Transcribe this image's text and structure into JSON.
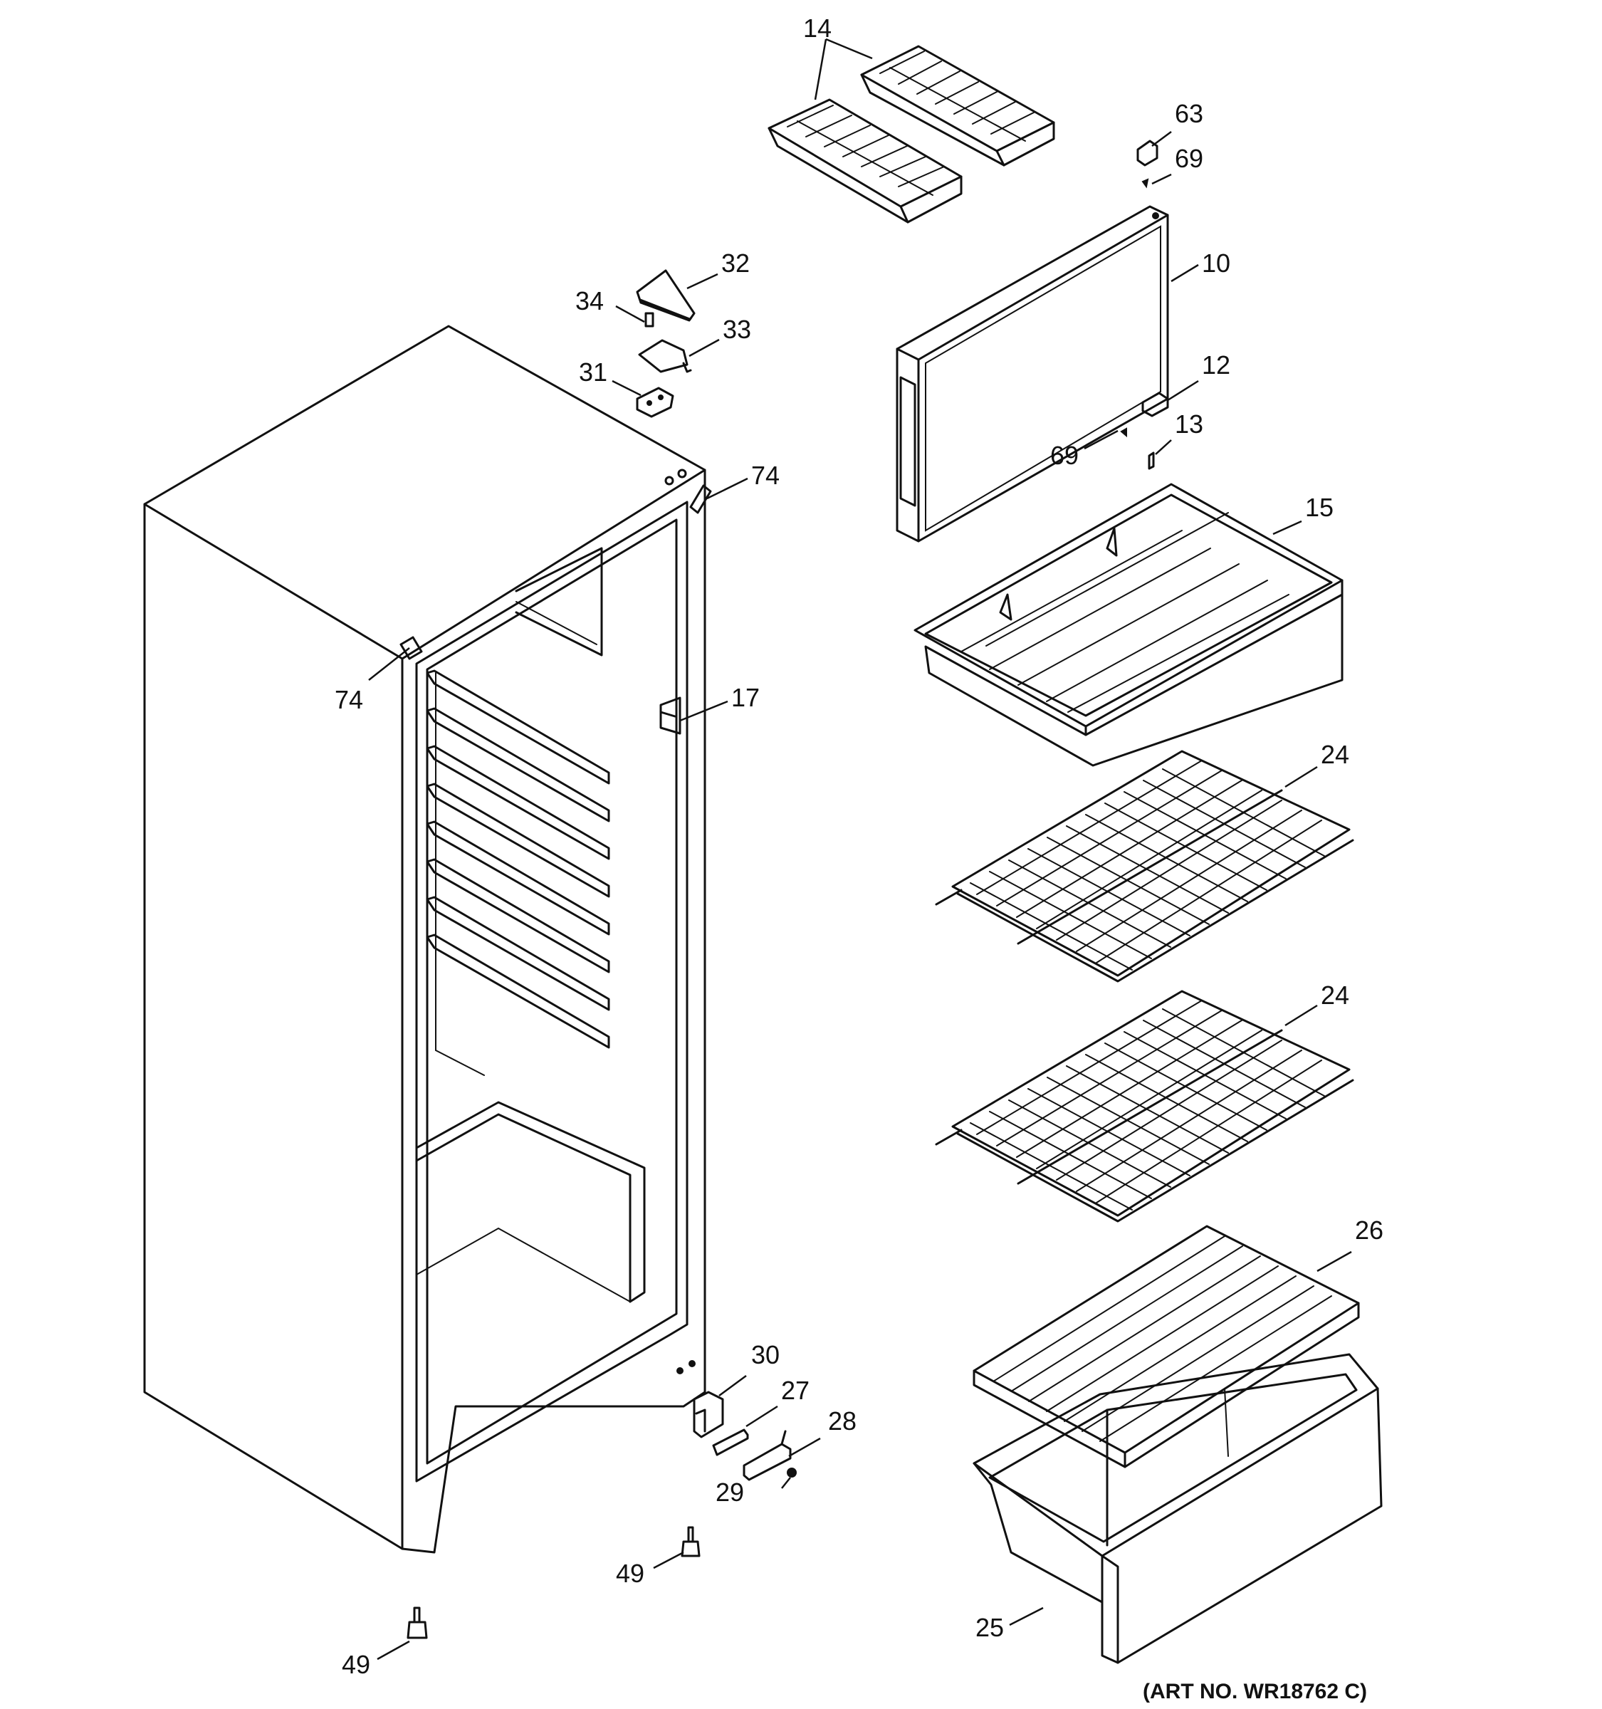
{
  "callouts": {
    "p14": "14",
    "p63": "63",
    "p69_top": "69",
    "p10": "10",
    "p32": "32",
    "p34": "34",
    "p33": "33",
    "p31": "31",
    "p12": "12",
    "p13": "13",
    "p69_mid": "69",
    "p74_right": "74",
    "p15": "15",
    "p74_left": "74",
    "p17": "17",
    "p24_upper": "24",
    "p24_lower": "24",
    "p26": "26",
    "p30": "30",
    "p27": "27",
    "p28": "28",
    "p29": "29",
    "p49_right": "49",
    "p25": "25",
    "p49_left": "49"
  },
  "art_number": "(ART NO. WR18762 C)"
}
